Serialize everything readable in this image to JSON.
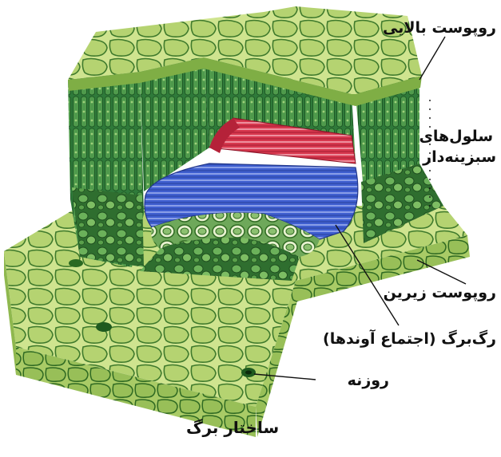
{
  "labels": {
    "upper_epidermis": "روپوست بالایی",
    "chlorenchyma_line1": "سلول‌های",
    "chlorenchyma_line2": "سبزینه‌دار",
    "lower_epidermis": "روپوست زیرین",
    "vein": "رگ‌برگ (اجتماع آوندها)",
    "stoma": "روزنه"
  },
  "caption": "ساختار برگ",
  "colors": {
    "xylem": "#d8384e",
    "phloem": "#3f5fd0",
    "epidermis": "#b9d77a",
    "cell_outline": "#3f7a2c",
    "mesophyll": "#4e8f3a"
  }
}
